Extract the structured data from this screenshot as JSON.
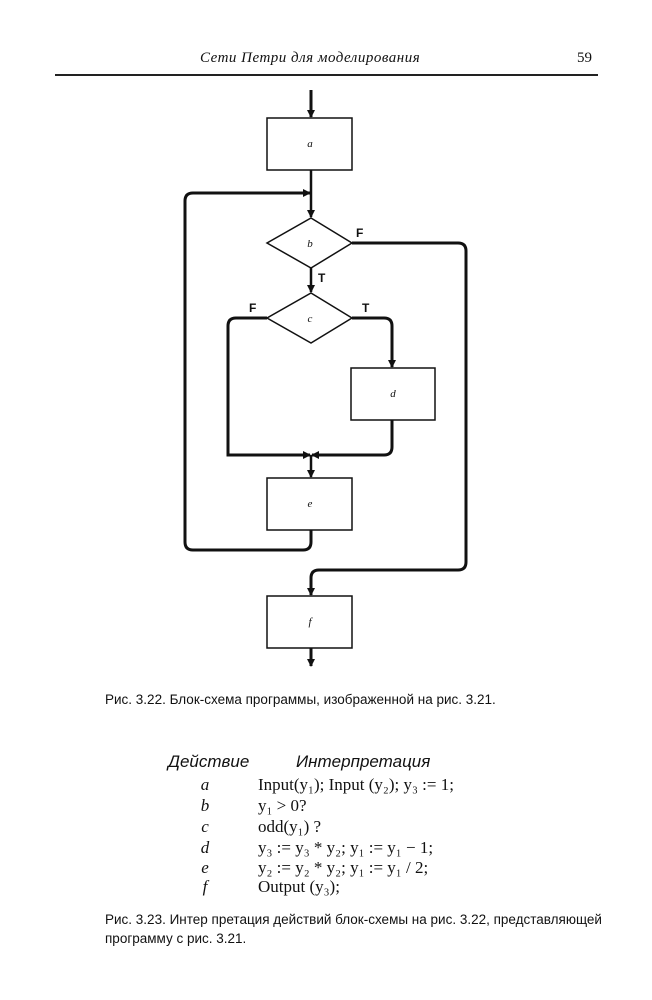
{
  "header": {
    "title": "Сети Петри для моделирования",
    "page_number": "59"
  },
  "flowchart": {
    "nodes": {
      "a": "a",
      "b": "b",
      "c": "c",
      "d": "d",
      "e": "e",
      "f": "f"
    },
    "branch_labels": {
      "b_false": "F",
      "b_true": "T",
      "c_false": "F",
      "c_true": "T"
    }
  },
  "figure_3_22": {
    "caption": "Рис. 3.22. Блок-схема программы, изображенной на рис. 3.21."
  },
  "table": {
    "headers": {
      "action": "Действие",
      "interpretation": "Интерпретация"
    },
    "rows": [
      {
        "action": "a",
        "interpretation": "Input(y₁); Input (y₂); y₃ := 1;"
      },
      {
        "action": "b",
        "interpretation": "y₁ > 0?"
      },
      {
        "action": "c",
        "interpretation": "odd(y₁) ?"
      },
      {
        "action": "d",
        "interpretation": "y₃ := y₃ * y₂; y₁ := y₁ − 1;"
      },
      {
        "action": "e",
        "interpretation": "y₂ := y₂ * y₂; y₁ := y₁ / 2;"
      },
      {
        "action": "f",
        "interpretation": "Output (y₃);"
      }
    ]
  },
  "figure_3_23": {
    "caption_line1": "Рис. 3.23. Интер претация действий блок-схемы на рис. 3.22, представляющей",
    "caption_line2": "программу с рис. 3.21."
  }
}
